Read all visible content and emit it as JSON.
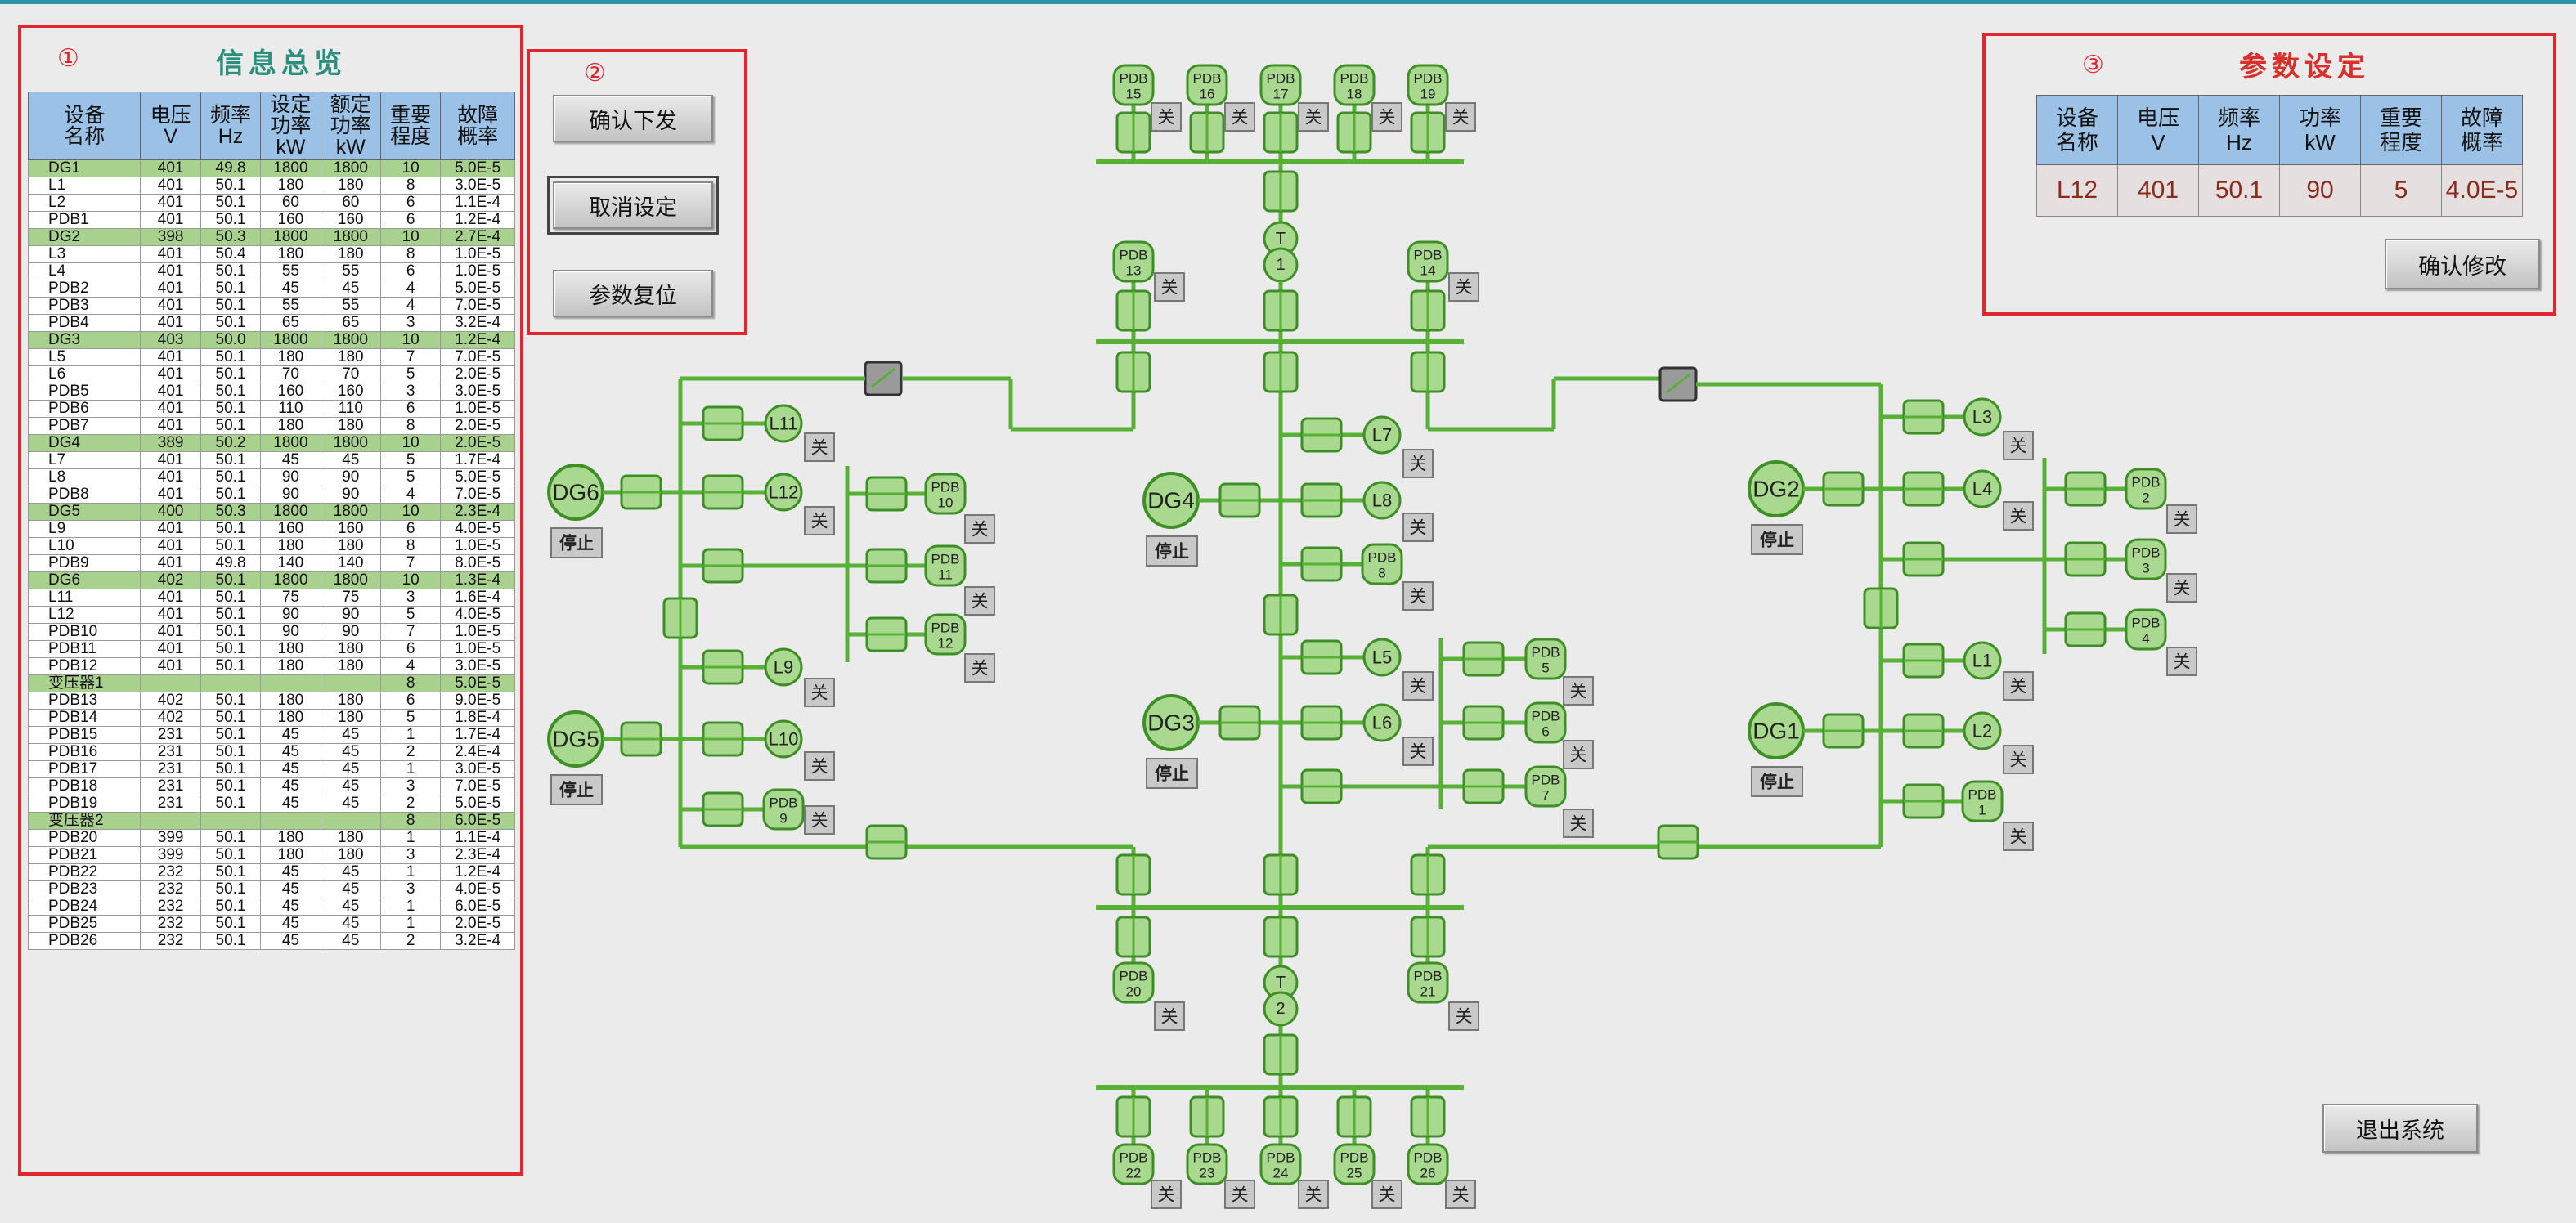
{
  "panel1": {
    "number": "①",
    "title": "信息总览",
    "headers": [
      "设备\n名称",
      "电压\nV",
      "频率\nHz",
      "设定\n功率\nkW",
      "额定\n功率\nkW",
      "重要\n程度",
      "故障\n概率"
    ],
    "rows": [
      [
        "DG1",
        "401",
        "49.8",
        "1800",
        "1800",
        "10",
        "5.0E-5"
      ],
      [
        "L1",
        "401",
        "50.1",
        "180",
        "180",
        "8",
        "3.0E-5"
      ],
      [
        "L2",
        "401",
        "50.1",
        "60",
        "60",
        "6",
        "1.1E-4"
      ],
      [
        "PDB1",
        "401",
        "50.1",
        "160",
        "160",
        "6",
        "1.2E-4"
      ],
      [
        "DG2",
        "398",
        "50.3",
        "1800",
        "1800",
        "10",
        "2.7E-4"
      ],
      [
        "L3",
        "401",
        "50.4",
        "180",
        "180",
        "8",
        "1.0E-5"
      ],
      [
        "L4",
        "401",
        "50.1",
        "55",
        "55",
        "6",
        "1.0E-5"
      ],
      [
        "PDB2",
        "401",
        "50.1",
        "45",
        "45",
        "4",
        "5.0E-5"
      ],
      [
        "PDB3",
        "401",
        "50.1",
        "55",
        "55",
        "4",
        "7.0E-5"
      ],
      [
        "PDB4",
        "401",
        "50.1",
        "65",
        "65",
        "3",
        "3.2E-4"
      ],
      [
        "DG3",
        "403",
        "50.0",
        "1800",
        "1800",
        "10",
        "1.2E-4"
      ],
      [
        "L5",
        "401",
        "50.1",
        "180",
        "180",
        "7",
        "7.0E-5"
      ],
      [
        "L6",
        "401",
        "50.1",
        "70",
        "70",
        "5",
        "2.0E-5"
      ],
      [
        "PDB5",
        "401",
        "50.1",
        "160",
        "160",
        "3",
        "3.0E-5"
      ],
      [
        "PDB6",
        "401",
        "50.1",
        "110",
        "110",
        "6",
        "1.0E-5"
      ],
      [
        "PDB7",
        "401",
        "50.1",
        "180",
        "180",
        "8",
        "2.0E-5"
      ],
      [
        "DG4",
        "389",
        "50.2",
        "1800",
        "1800",
        "10",
        "2.0E-5"
      ],
      [
        "L7",
        "401",
        "50.1",
        "45",
        "45",
        "5",
        "1.7E-4"
      ],
      [
        "L8",
        "401",
        "50.1",
        "90",
        "90",
        "5",
        "5.0E-5"
      ],
      [
        "PDB8",
        "401",
        "50.1",
        "90",
        "90",
        "4",
        "7.0E-5"
      ],
      [
        "DG5",
        "400",
        "50.3",
        "1800",
        "1800",
        "10",
        "2.3E-4"
      ],
      [
        "L9",
        "401",
        "50.1",
        "160",
        "160",
        "6",
        "4.0E-5"
      ],
      [
        "L10",
        "401",
        "50.1",
        "180",
        "180",
        "8",
        "1.0E-5"
      ],
      [
        "PDB9",
        "401",
        "49.8",
        "140",
        "140",
        "7",
        "8.0E-5"
      ],
      [
        "DG6",
        "402",
        "50.1",
        "1800",
        "1800",
        "10",
        "1.3E-4"
      ],
      [
        "L11",
        "401",
        "50.1",
        "75",
        "75",
        "3",
        "1.6E-4"
      ],
      [
        "L12",
        "401",
        "50.1",
        "90",
        "90",
        "5",
        "4.0E-5"
      ],
      [
        "PDB10",
        "401",
        "50.1",
        "90",
        "90",
        "7",
        "1.0E-5"
      ],
      [
        "PDB11",
        "401",
        "50.1",
        "180",
        "180",
        "6",
        "1.0E-5"
      ],
      [
        "PDB12",
        "401",
        "50.1",
        "180",
        "180",
        "4",
        "3.0E-5"
      ],
      [
        "变压器1",
        "",
        "",
        "",
        "",
        "8",
        "5.0E-5"
      ],
      [
        "PDB13",
        "402",
        "50.1",
        "180",
        "180",
        "6",
        "9.0E-5"
      ],
      [
        "PDB14",
        "402",
        "50.1",
        "180",
        "180",
        "5",
        "1.8E-4"
      ],
      [
        "PDB15",
        "231",
        "50.1",
        "45",
        "45",
        "1",
        "1.7E-4"
      ],
      [
        "PDB16",
        "231",
        "50.1",
        "45",
        "45",
        "2",
        "2.4E-4"
      ],
      [
        "PDB17",
        "231",
        "50.1",
        "45",
        "45",
        "1",
        "3.0E-5"
      ],
      [
        "PDB18",
        "231",
        "50.1",
        "45",
        "45",
        "3",
        "7.0E-5"
      ],
      [
        "PDB19",
        "231",
        "50.1",
        "45",
        "45",
        "2",
        "5.0E-5"
      ],
      [
        "变压器2",
        "",
        "",
        "",
        "",
        "8",
        "6.0E-5"
      ],
      [
        "PDB20",
        "399",
        "50.1",
        "180",
        "180",
        "1",
        "1.1E-4"
      ],
      [
        "PDB21",
        "399",
        "50.1",
        "180",
        "180",
        "3",
        "2.3E-4"
      ],
      [
        "PDB22",
        "232",
        "50.1",
        "45",
        "45",
        "1",
        "1.2E-4"
      ],
      [
        "PDB23",
        "232",
        "50.1",
        "45",
        "45",
        "3",
        "4.0E-5"
      ],
      [
        "PDB24",
        "232",
        "50.1",
        "45",
        "45",
        "1",
        "6.0E-5"
      ],
      [
        "PDB25",
        "232",
        "50.1",
        "45",
        "45",
        "1",
        "2.0E-5"
      ],
      [
        "PDB26",
        "232",
        "50.1",
        "45",
        "45",
        "2",
        "3.2E-4"
      ]
    ]
  },
  "panel2": {
    "number": "②",
    "confirm_label": "确认下发",
    "cancel_label": "取消设定",
    "reset_label": "参数复位"
  },
  "panel3": {
    "number": "③",
    "title": "参数设定",
    "headers": [
      "设备\n名称",
      "电压\nV",
      "频率\nHz",
      "功率\nkW",
      "重要\n程度",
      "故障\n概率"
    ],
    "values": [
      "L12",
      "401",
      "50.1",
      "90",
      "5",
      "4.0E-5"
    ],
    "confirm_edit_label": "确认修改"
  },
  "exit_label": "退出系统",
  "diagram": {
    "off_label": "关",
    "stop_label": "停止",
    "transformer_t": "T",
    "transformer1": "1",
    "transformer2": "2",
    "generators": [
      "DG1",
      "DG2",
      "DG3",
      "DG4",
      "DG5",
      "DG6"
    ],
    "loads": [
      "L1",
      "L2",
      "L3",
      "L4",
      "L5",
      "L6",
      "L7",
      "L8",
      "L9",
      "L10",
      "L11",
      "L12"
    ],
    "pdb_prefix": "PDB",
    "pdbs": [
      "1",
      "2",
      "3",
      "4",
      "5",
      "6",
      "7",
      "8",
      "9",
      "10",
      "11",
      "12",
      "13",
      "14",
      "15",
      "16",
      "17",
      "18",
      "19",
      "20",
      "21",
      "22",
      "23",
      "24",
      "25",
      "26"
    ]
  },
  "colors": {
    "line": "#56b135",
    "node_fill": "#a9d88f",
    "node_stroke": "#3f8f27",
    "highlight_row": "#a9d18e",
    "header": "#9bc2e6",
    "panel_border": "#e0272e"
  }
}
